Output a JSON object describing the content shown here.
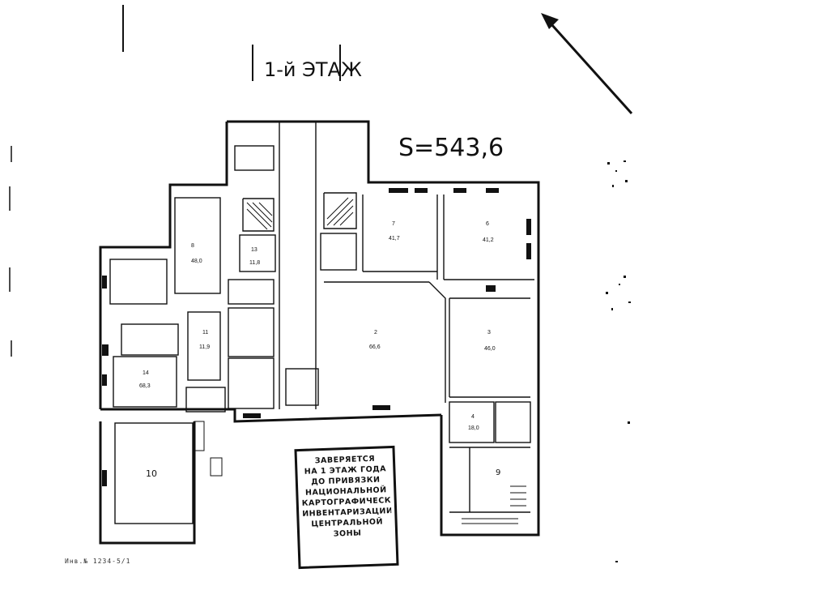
{
  "title": "1-й ЭТАЖ",
  "area_note": "S=543,6",
  "stamp_lines": [
    "ЗАВЕРЯЕТСЯ",
    "НА 1 ЭТАЖ ГОДА",
    "ДО ПРИВЯЗКИ",
    "НАЦИОНАЛЬНОЙ",
    "КАРТОГРАФИЧЕСКОЙ",
    "ИНВЕНТАРИЗАЦИИ",
    "ЦЕНТРАЛЬНОЙ",
    "ЗОНЫ"
  ],
  "rooms": [
    {
      "no": "8",
      "area": "48,0"
    },
    {
      "no": "7",
      "area": "41,7"
    },
    {
      "no": "6",
      "area": "41,2"
    },
    {
      "no": "2",
      "area": "66,6"
    },
    {
      "no": "3",
      "area": "46,0"
    },
    {
      "no": "4",
      "area": "18,0"
    },
    {
      "no": "9",
      "area": ""
    },
    {
      "no": "10",
      "area": ""
    },
    {
      "no": "11",
      "area": "11,9"
    },
    {
      "no": "13",
      "area": "11,8"
    },
    {
      "no": "14",
      "area": "68,3"
    }
  ],
  "footer_sign": "Инв.№ 1234-5/1"
}
